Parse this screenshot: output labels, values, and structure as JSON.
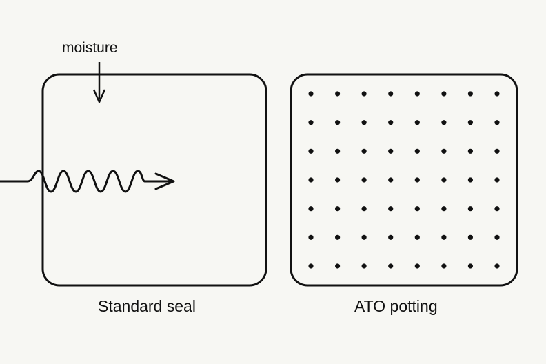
{
  "diagram": {
    "moisture_label": "moisture",
    "left_panel": {
      "caption": "Standard seal"
    },
    "right_panel": {
      "caption": "ATO potting",
      "dot_grid": {
        "rows": 7,
        "columns": 8
      }
    },
    "colors": {
      "stroke": "#111111",
      "background": "#f7f7f3"
    }
  }
}
